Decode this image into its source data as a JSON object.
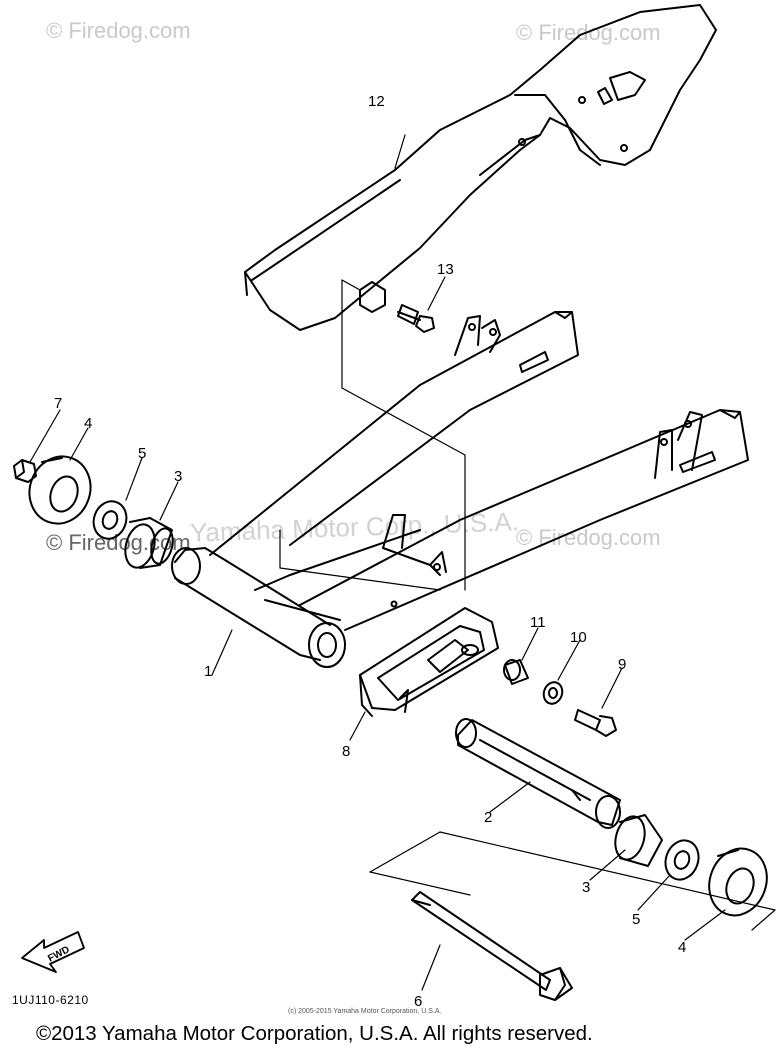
{
  "watermarks": {
    "site_top_left": "© Firedog.com",
    "site_top_right": "© Firedog.com",
    "site_mid_left": "© Firedog.com",
    "site_mid_right": "© Firedog.com",
    "center": "Yamaha Motor Corp., U.S.A."
  },
  "callouts": {
    "c1": "1",
    "c2": "2",
    "c3a": "3",
    "c3b": "3",
    "c4a": "4",
    "c4b": "4",
    "c5a": "5",
    "c5b": "5",
    "c6": "6",
    "c7": "7",
    "c8": "8",
    "c9": "9",
    "c10": "10",
    "c11": "11",
    "c12": "12",
    "c13": "13"
  },
  "fwd_label": "FWD",
  "part_code": "1UJ110-6210",
  "small_copyright": "(c) 2005-2015 Yamaha Motor Corporation, U.S.A.",
  "footer_copyright": "©2013 Yamaha Motor Corporation, U.S.A. All rights reserved."
}
